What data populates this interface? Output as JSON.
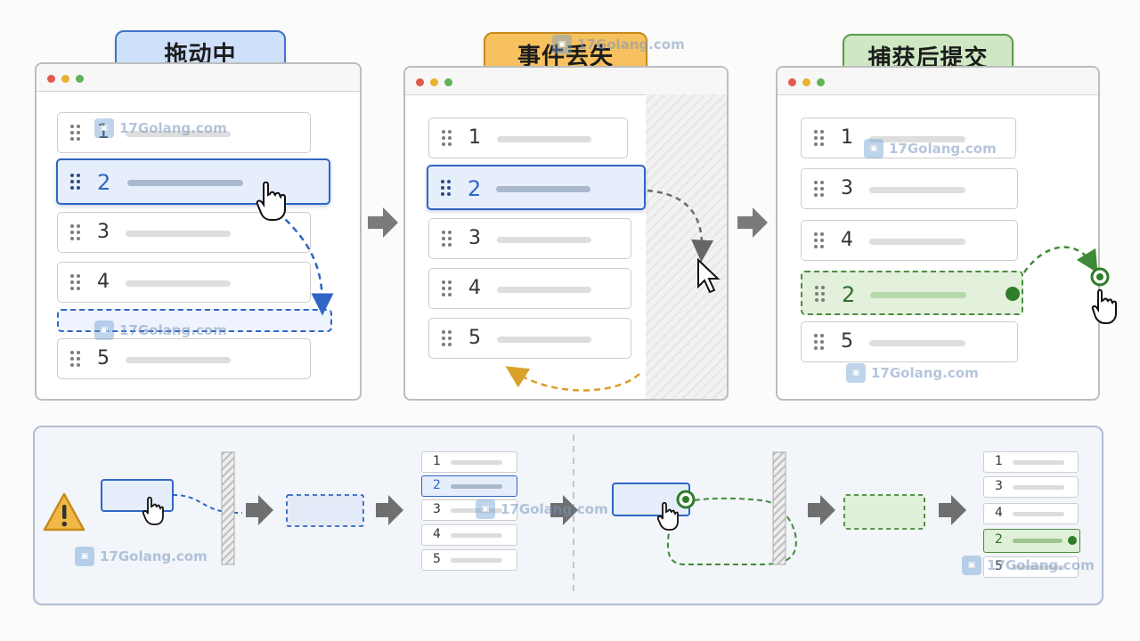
{
  "stages": [
    {
      "title": "拖动中"
    },
    {
      "title": "事件丢失"
    },
    {
      "title": "捕获后提交"
    }
  ],
  "window1": {
    "rows": [
      "1",
      "2",
      "3",
      "4",
      "5"
    ]
  },
  "window2": {
    "rows": [
      "1",
      "2",
      "3",
      "4",
      "5"
    ]
  },
  "window3": {
    "rows": [
      "1",
      "3",
      "4",
      "2",
      "5"
    ]
  },
  "bottom_list_left": [
    "1",
    "2",
    "3",
    "4",
    "5"
  ],
  "bottom_list_right": [
    "1",
    "3",
    "4",
    "2",
    "5"
  ],
  "watermark": "17Golang.com",
  "colors": {
    "blue": "#2f66c4",
    "orange": "#d9a12a",
    "green": "#3f8a36",
    "gray_arrow": "#6f6f6f"
  }
}
